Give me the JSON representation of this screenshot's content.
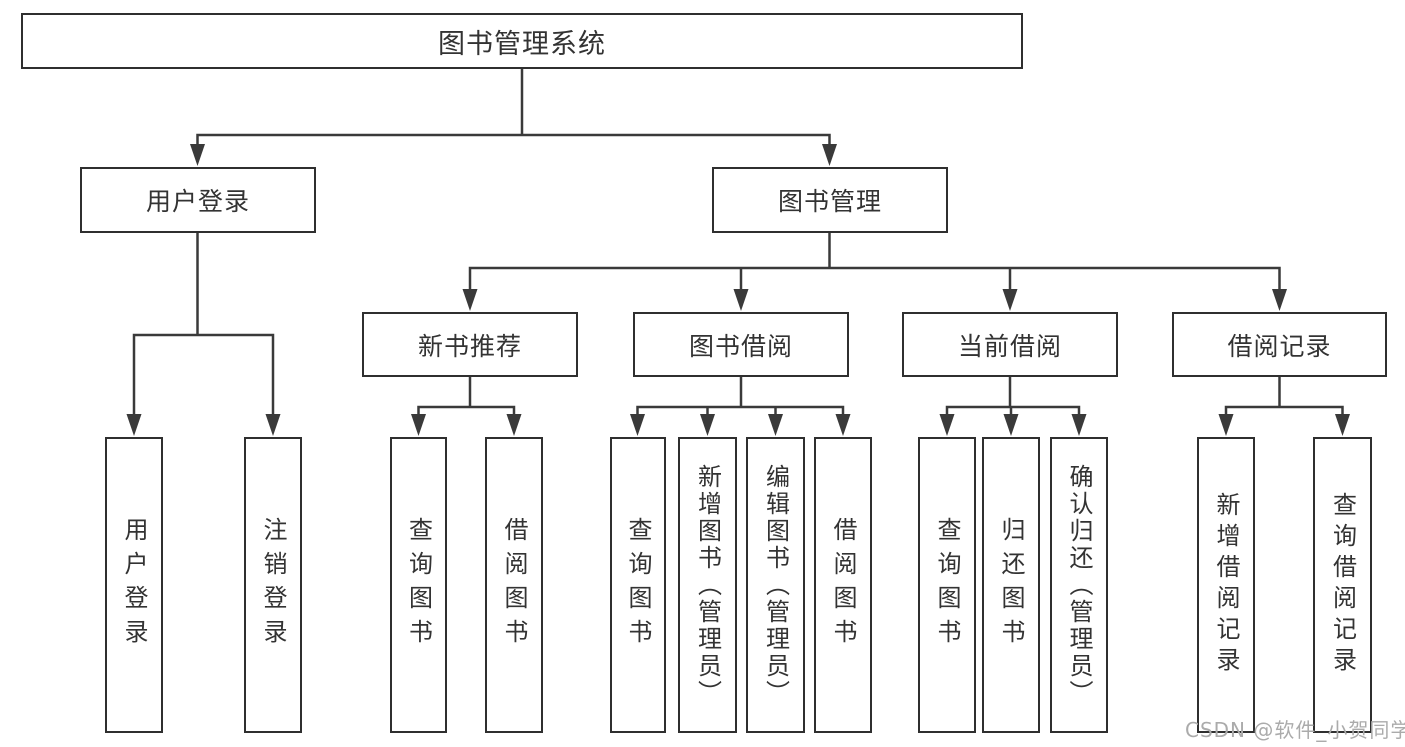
{
  "colors": {
    "bg": "#ffffff",
    "border": "#2f2f2f",
    "line": "#3a3a3a",
    "text": "#333333",
    "muted": "#ababab"
  },
  "watermark": "CSDN @软件_小贺同学",
  "tree": {
    "root": {
      "label": "图书管理系统"
    },
    "branches": [
      {
        "label": "用户登录",
        "children": [
          {
            "label": "用户登录"
          },
          {
            "label": "注销登录"
          }
        ]
      },
      {
        "label": "图书管理",
        "children": [
          {
            "label": "新书推荐",
            "children": [
              {
                "label": "查询图书"
              },
              {
                "label": "借阅图书"
              }
            ]
          },
          {
            "label": "图书借阅",
            "children": [
              {
                "label": "查询图书"
              },
              {
                "label": "新增图书（管理员）"
              },
              {
                "label": "编辑图书（管理员）"
              },
              {
                "label": "借阅图书"
              }
            ]
          },
          {
            "label": "当前借阅",
            "children": [
              {
                "label": "查询图书"
              },
              {
                "label": "归还图书"
              },
              {
                "label": "确认归还（管理员）"
              }
            ]
          },
          {
            "label": "借阅记录",
            "children": [
              {
                "label": "新增借阅记录"
              },
              {
                "label": "查询借阅记录"
              }
            ]
          }
        ]
      }
    ]
  }
}
